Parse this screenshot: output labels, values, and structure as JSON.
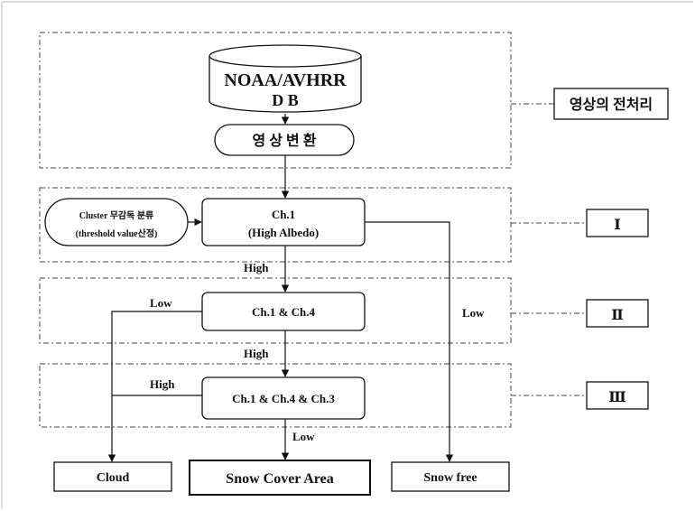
{
  "db_label_1": "NOAA/AVHRR",
  "db_label_2": "D B",
  "preprocess_box": "영 상 변 환",
  "preprocess_stage": "영상의 전처리",
  "cluster_line1": "Cluster 무감독 분류",
  "cluster_line2": "(threshold value산정)",
  "ch1_line1": "Ch.1",
  "ch1_line2": "(High Albedo)",
  "stage1": "Ⅰ",
  "stage2": "Ⅱ",
  "stage3": "Ⅲ",
  "ch1_ch4": "Ch.1 & Ch.4",
  "ch1_ch4_ch3": "Ch.1 & Ch.4 & Ch.3",
  "edge_high_1": "High",
  "edge_high_2": "High",
  "edge_high_3": "High",
  "edge_low_1": "Low",
  "edge_low_2": "Low",
  "edge_low_3": "Low",
  "out_cloud": "Cloud",
  "out_snow": "Snow Cover Area",
  "out_free": "Snow free"
}
